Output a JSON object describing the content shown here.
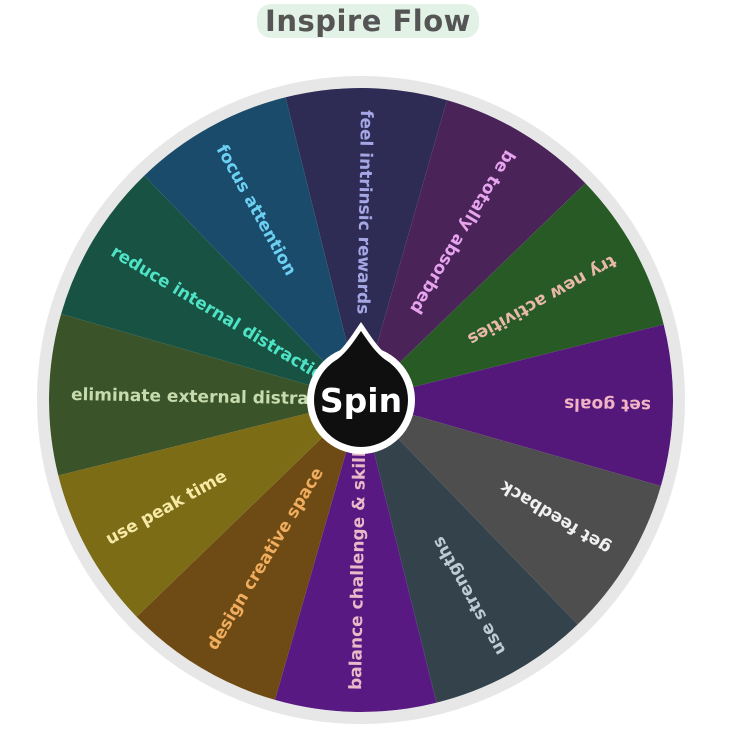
{
  "wheel": {
    "title": "Inspire Flow",
    "spin_label": "Spin",
    "segments": [
      {
        "label": "feel intrinsic rewards",
        "color": "#2e2c54",
        "text_color": "#a5a6e4"
      },
      {
        "label": "be totally absorbed",
        "color": "#4a2459",
        "text_color": "#e7a3ee"
      },
      {
        "label": "try new activities",
        "color": "#285a26",
        "text_color": "#e9b9a8"
      },
      {
        "label": "set goals",
        "color": "#54177a",
        "text_color": "#f2b4c4"
      },
      {
        "label": "get feedback",
        "color": "#4e4e4e",
        "text_color": "#f0f0f0"
      },
      {
        "label": "use strengths",
        "color": "#34424b",
        "text_color": "#bfcbd4"
      },
      {
        "label": "balance challenge & skill",
        "color": "#581a82",
        "text_color": "#e8b9c8"
      },
      {
        "label": "design creative space",
        "color": "#6e4b14",
        "text_color": "#f1ad5e"
      },
      {
        "label": "use peak time",
        "color": "#7d6c16",
        "text_color": "#f6eaa6"
      },
      {
        "label": "eliminate external distractions",
        "color": "#3a5329",
        "text_color": "#c7dcae"
      },
      {
        "label": "reduce internal distractions",
        "color": "#175243",
        "text_color": "#4fe3c5"
      },
      {
        "label": "focus attention",
        "color": "#1b4b6a",
        "text_color": "#6cd0f3"
      }
    ]
  }
}
